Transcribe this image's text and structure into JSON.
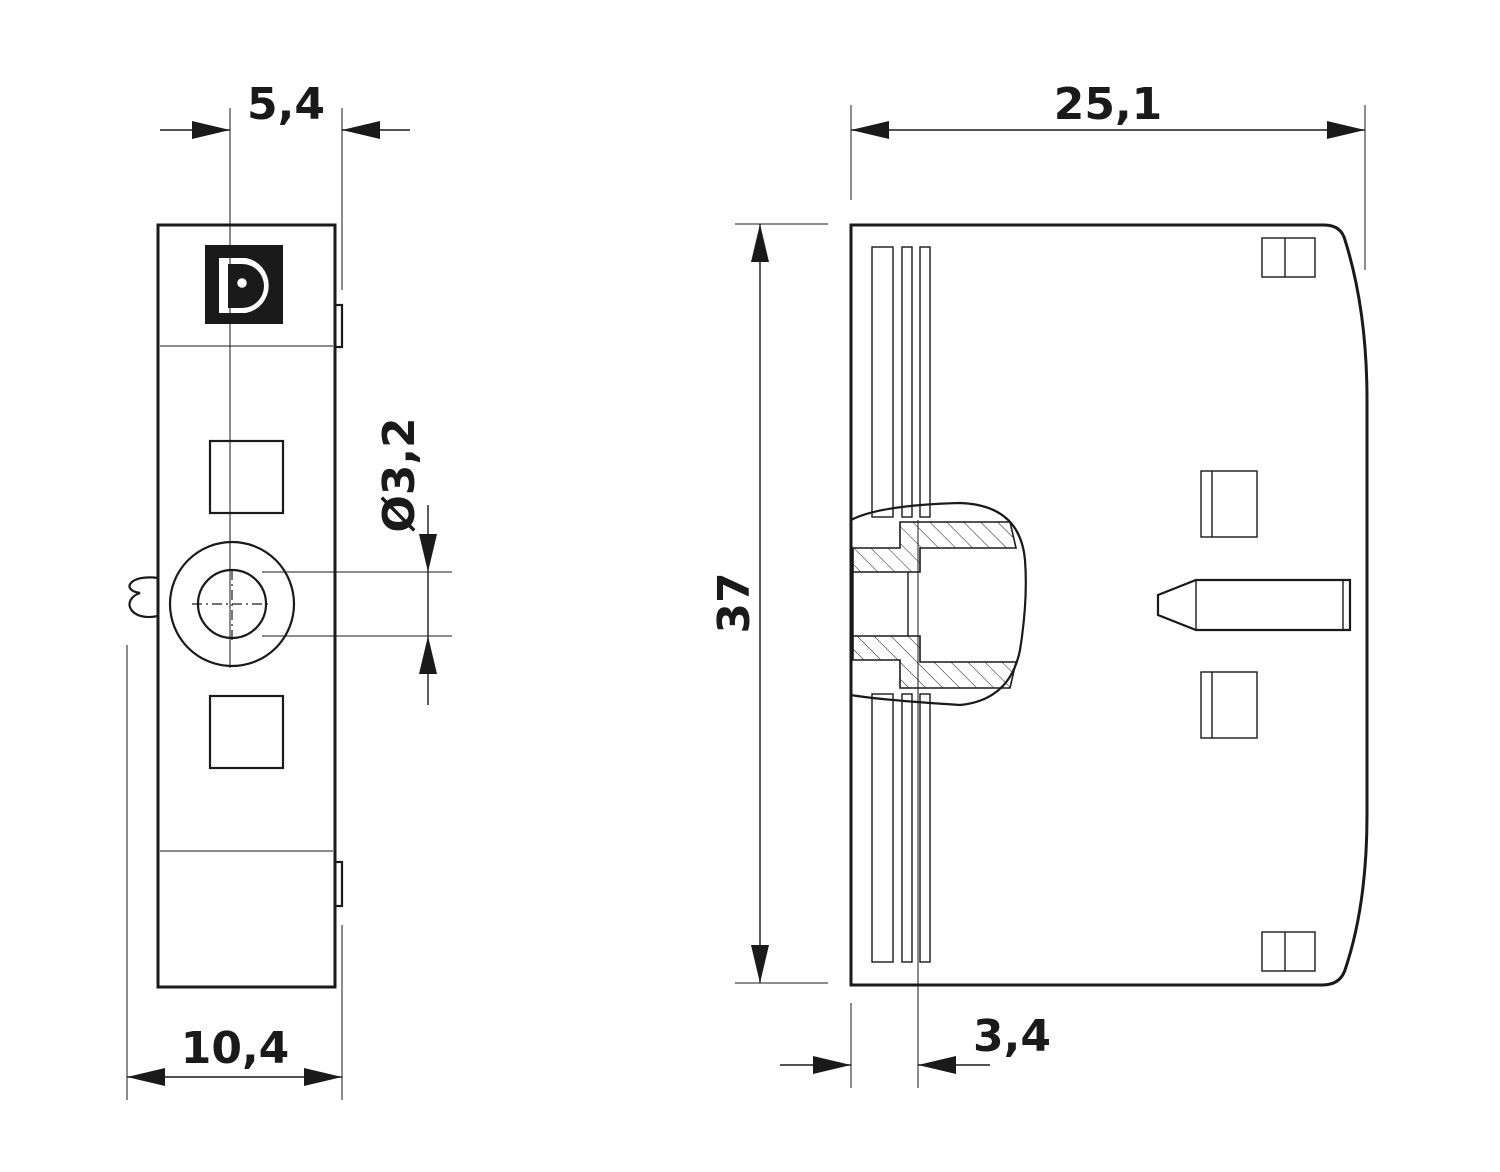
{
  "dimensions": {
    "side_width_inner": "5,4",
    "side_width_total": "10,4",
    "hole_diameter": "Ø3,2",
    "front_width": "25,1",
    "front_height": "37",
    "front_offset": "3,4"
  }
}
